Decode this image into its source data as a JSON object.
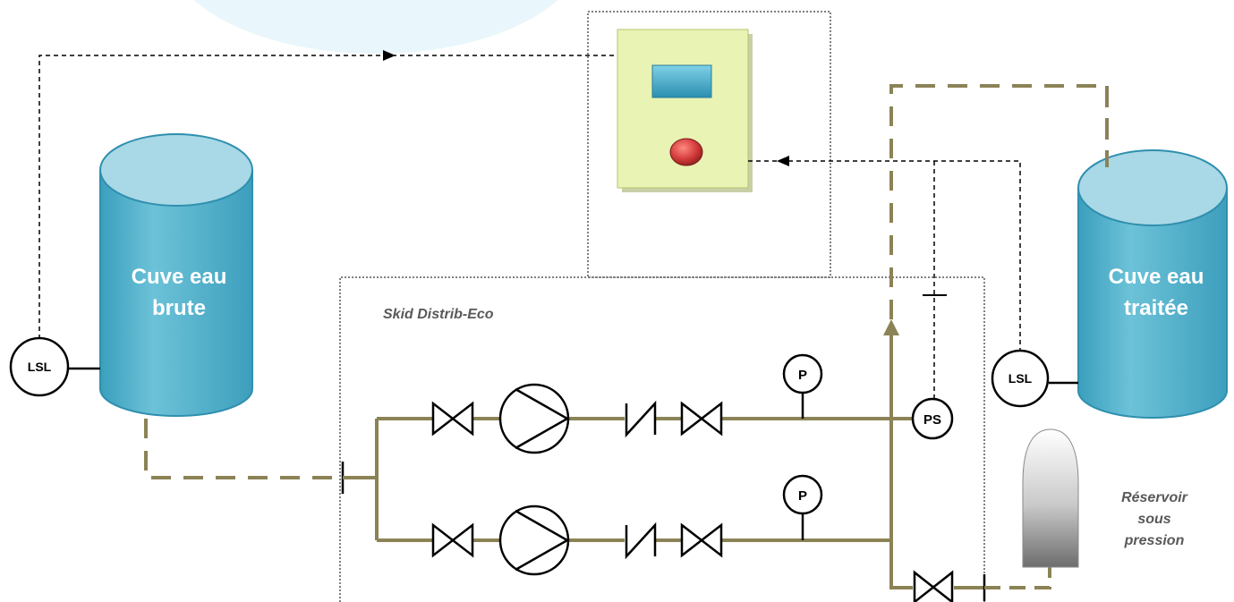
{
  "labels": {
    "tank_left": [
      "Cuve eau",
      "brute"
    ],
    "tank_right": [
      "Cuve eau",
      "traitée"
    ],
    "skid": "Skid Distrib-Eco",
    "vessel": [
      "Réservoir",
      "sous",
      "pression"
    ],
    "lsl": "LSL",
    "p": "P",
    "ps": "PS"
  },
  "colors": {
    "pipe": "#8b8356",
    "tank_top": "#a9d8e6",
    "tank_body": "#4fb3cc",
    "tank_edge": "#2f8fae",
    "panel_bg": "#e8f3b4",
    "panel_edge": "#b7c46a",
    "halo": "#e9f6fb"
  }
}
